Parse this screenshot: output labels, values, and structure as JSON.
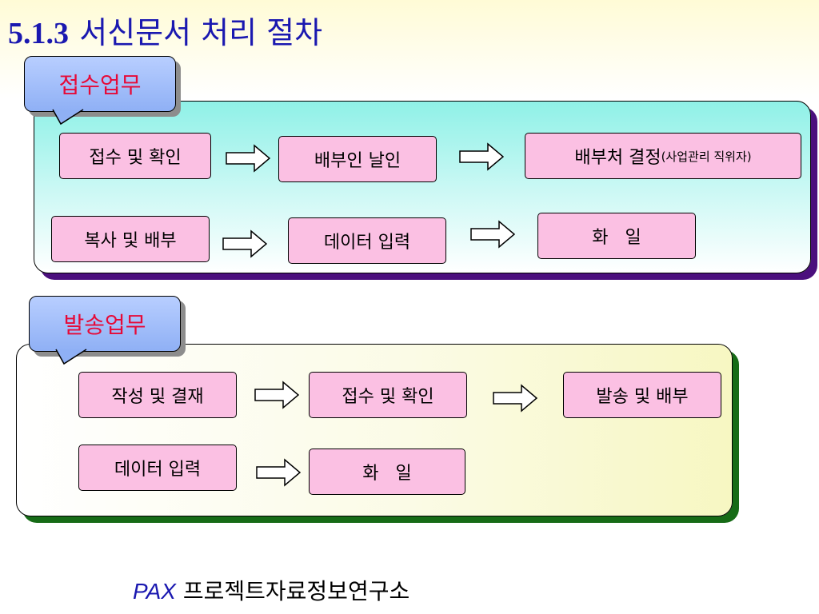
{
  "title": {
    "number": "5.1.3",
    "text": "서신문서 처리 절차"
  },
  "sections": {
    "receive": {
      "label": "접수업무",
      "steps": [
        "접수 및 확인",
        "배부인 날인",
        "배부처 결정",
        "(사업관리 직위자)",
        "복사 및 배부",
        "데이터 입력",
        "화   일"
      ]
    },
    "send": {
      "label": "발송업무",
      "steps": [
        "작성 및 결재",
        "접수 및 확인",
        "발송 및 배부",
        "데이터 입력",
        "화   일"
      ]
    }
  },
  "footer": {
    "brand": "PAX",
    "org": "프로젝트자료정보연구소"
  },
  "colors": {
    "title": "#1a18b0",
    "callout_text": "#e60a38",
    "box_fill": "#fbc0e3",
    "receive_shadow": "#4b0f7d",
    "send_shadow": "#166b16"
  }
}
